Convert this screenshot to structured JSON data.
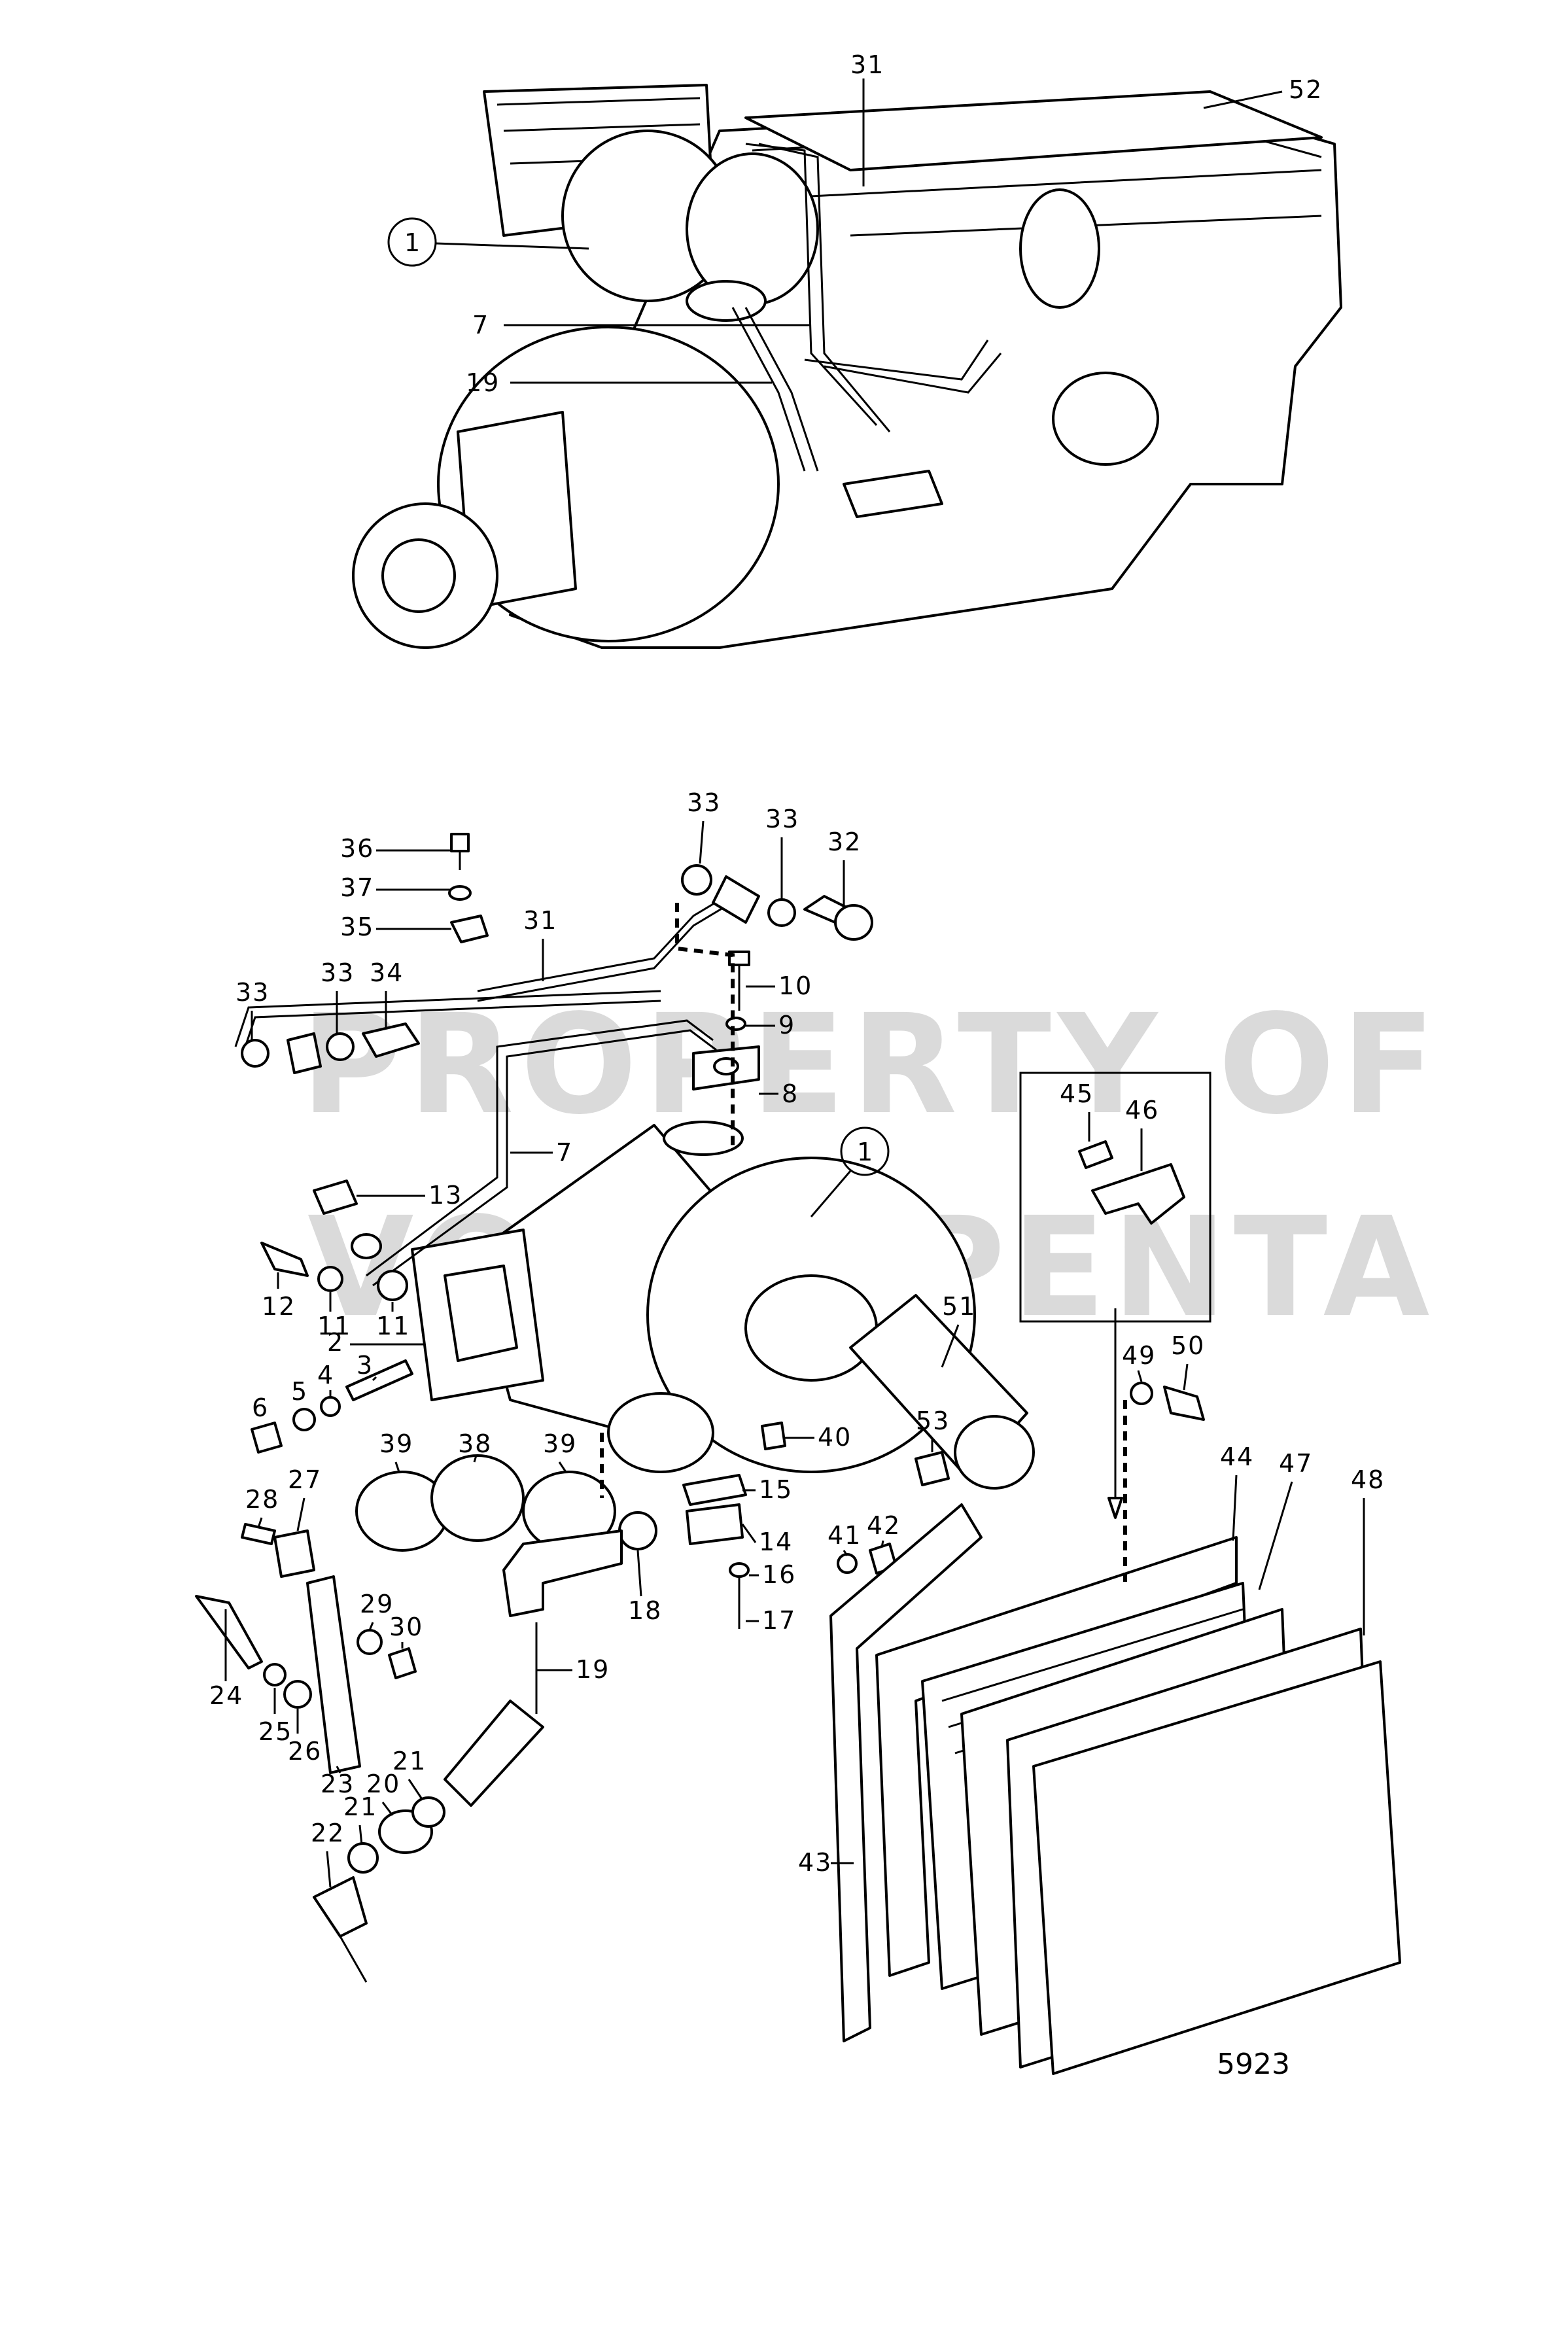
{
  "watermark": {
    "line1": "PROPERTY OF",
    "line2": "VOLVO PENTA"
  },
  "figure_number": "5923",
  "top_view": {
    "callouts": [
      {
        "id": "t31",
        "label": "31"
      },
      {
        "id": "t52",
        "label": "52"
      },
      {
        "id": "t1",
        "label": "1",
        "circled": true
      },
      {
        "id": "t7",
        "label": "7"
      },
      {
        "id": "t19",
        "label": "19"
      }
    ]
  },
  "exploded_view": {
    "callouts": [
      {
        "id": "c33a",
        "label": "33"
      },
      {
        "id": "c33b",
        "label": "33"
      },
      {
        "id": "c32",
        "label": "32"
      },
      {
        "id": "c36",
        "label": "36"
      },
      {
        "id": "c37",
        "label": "37"
      },
      {
        "id": "c35",
        "label": "35"
      },
      {
        "id": "c31",
        "label": "31"
      },
      {
        "id": "c10",
        "label": "10"
      },
      {
        "id": "c9",
        "label": "9"
      },
      {
        "id": "c33c",
        "label": "33"
      },
      {
        "id": "c33d",
        "label": "33"
      },
      {
        "id": "c34",
        "label": "34"
      },
      {
        "id": "c8",
        "label": "8"
      },
      {
        "id": "c7",
        "label": "7"
      },
      {
        "id": "c13",
        "label": "13"
      },
      {
        "id": "c1",
        "label": "1",
        "circled": true
      },
      {
        "id": "c45",
        "label": "45"
      },
      {
        "id": "c46",
        "label": "46"
      },
      {
        "id": "c12",
        "label": "12"
      },
      {
        "id": "c11a",
        "label": "11"
      },
      {
        "id": "c11b",
        "label": "11"
      },
      {
        "id": "c51",
        "label": "51"
      },
      {
        "id": "c2",
        "label": "2"
      },
      {
        "id": "c3",
        "label": "3"
      },
      {
        "id": "c4",
        "label": "4"
      },
      {
        "id": "c5",
        "label": "5"
      },
      {
        "id": "c6",
        "label": "6"
      },
      {
        "id": "c49",
        "label": "49"
      },
      {
        "id": "c50",
        "label": "50"
      },
      {
        "id": "c39a",
        "label": "39"
      },
      {
        "id": "c38",
        "label": "38"
      },
      {
        "id": "c39b",
        "label": "39"
      },
      {
        "id": "c40",
        "label": "40"
      },
      {
        "id": "c15",
        "label": "15"
      },
      {
        "id": "c53",
        "label": "53"
      },
      {
        "id": "c44",
        "label": "44"
      },
      {
        "id": "c47",
        "label": "47"
      },
      {
        "id": "c48",
        "label": "48"
      },
      {
        "id": "c28",
        "label": "28"
      },
      {
        "id": "c27",
        "label": "27"
      },
      {
        "id": "c14",
        "label": "14"
      },
      {
        "id": "c41",
        "label": "41"
      },
      {
        "id": "c42",
        "label": "42"
      },
      {
        "id": "c16",
        "label": "16"
      },
      {
        "id": "c29",
        "label": "29"
      },
      {
        "id": "c30",
        "label": "30"
      },
      {
        "id": "c24",
        "label": "24"
      },
      {
        "id": "c18",
        "label": "18"
      },
      {
        "id": "c17",
        "label": "17"
      },
      {
        "id": "c19",
        "label": "19"
      },
      {
        "id": "c25",
        "label": "25"
      },
      {
        "id": "c26",
        "label": "26"
      },
      {
        "id": "c23",
        "label": "23"
      },
      {
        "id": "c21a",
        "label": "21"
      },
      {
        "id": "c20",
        "label": "20"
      },
      {
        "id": "c21b",
        "label": "21"
      },
      {
        "id": "c22",
        "label": "22"
      },
      {
        "id": "c43",
        "label": "43"
      }
    ]
  }
}
